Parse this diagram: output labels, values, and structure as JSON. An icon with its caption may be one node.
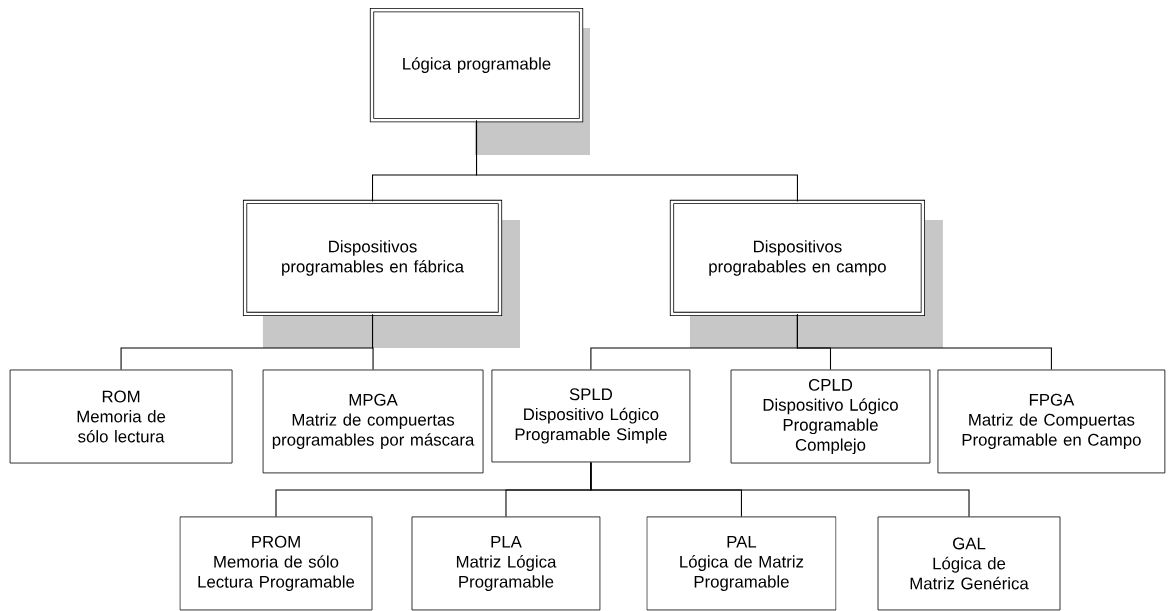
{
  "diagram": {
    "nodes": [
      {
        "text": [
          "Lógica programable"
        ]
      },
      {
        "text": [
          "Dispositivos programables en fábrica"
        ]
      },
      {
        "text": [
          "Dispositivos prograbables en campo"
        ]
      },
      {
        "text": [
          "ROM",
          "Memoria de sólo lectura"
        ]
      },
      {
        "text": [
          "MPGA",
          "Matriz de compuertas programables por máscara"
        ]
      },
      {
        "text": [
          "SPLD",
          "Dispositivo Lógico Programable Simple"
        ]
      },
      {
        "text": [
          "CPLD",
          "Dispositivo Lógico Programable Complejo"
        ]
      },
      {
        "text": [
          "FPGA",
          "Matriz de Compuertas Programable en Campo"
        ]
      },
      {
        "text": [
          "PROM",
          "Memoria de sólo Lectura Programable"
        ]
      },
      {
        "text": [
          "PLA",
          "Matriz Lógica Programable"
        ]
      },
      {
        "text": [
          "PAL",
          "Lógica de Matriz Programable"
        ]
      },
      {
        "text": [
          "GAL",
          "Lógica de Matriz Genérica"
        ]
      }
    ],
    "edges": [
      {
        "from": 0,
        "to": 1,
        "arrow": "none"
      },
      {
        "from": 0,
        "to": 2,
        "arrow": "none"
      },
      {
        "from": 1,
        "to": 3,
        "arrow": "none"
      },
      {
        "from": 1,
        "to": 4,
        "arrow": "none"
      },
      {
        "from": 2,
        "to": 5,
        "arrow": "none"
      },
      {
        "from": 2,
        "to": 6,
        "arrow": "none"
      },
      {
        "from": 2,
        "to": 7,
        "arrow": "none"
      },
      {
        "from": 5,
        "to": 8,
        "arrow": "none"
      },
      {
        "from": 5,
        "to": 9,
        "arrow": "none"
      },
      {
        "from": 5,
        "to": 10,
        "arrow": "none"
      },
      {
        "from": 5,
        "to": 11,
        "arrow": "none"
      }
    ]
  }
}
